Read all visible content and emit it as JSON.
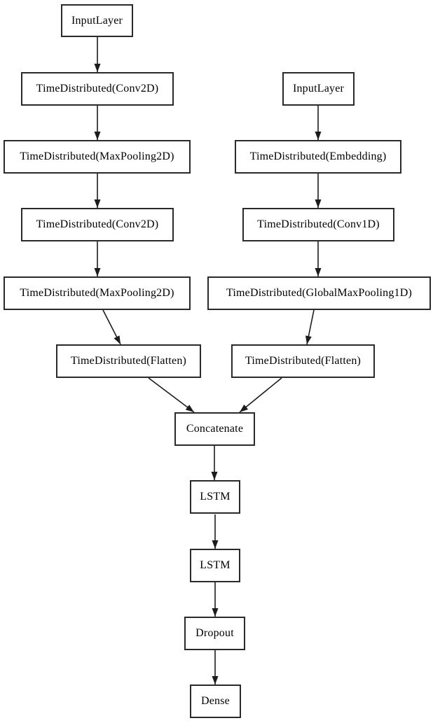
{
  "diagram": {
    "type": "model-architecture-graph",
    "colors": {
      "background": "#ffffff",
      "node_border": "#2a2a2a",
      "edge": "#1c1c1c",
      "text": "#000000"
    },
    "nodes": [
      {
        "id": "input-layer-left",
        "label": "InputLayer"
      },
      {
        "id": "td-conv2d-1",
        "label": "TimeDistributed(Conv2D)"
      },
      {
        "id": "td-maxpooling2d-1",
        "label": "TimeDistributed(MaxPooling2D)"
      },
      {
        "id": "td-conv2d-2",
        "label": "TimeDistributed(Conv2D)"
      },
      {
        "id": "td-maxpooling2d-2",
        "label": "TimeDistributed(MaxPooling2D)"
      },
      {
        "id": "td-flatten-left",
        "label": "TimeDistributed(Flatten)"
      },
      {
        "id": "input-layer-right",
        "label": "InputLayer"
      },
      {
        "id": "td-embedding",
        "label": "TimeDistributed(Embedding)"
      },
      {
        "id": "td-conv1d",
        "label": "TimeDistributed(Conv1D)"
      },
      {
        "id": "td-globalmaxpooling1d",
        "label": "TimeDistributed(GlobalMaxPooling1D)"
      },
      {
        "id": "td-flatten-right",
        "label": "TimeDistributed(Flatten)"
      },
      {
        "id": "concatenate",
        "label": "Concatenate"
      },
      {
        "id": "lstm-1",
        "label": "LSTM"
      },
      {
        "id": "lstm-2",
        "label": "LSTM"
      },
      {
        "id": "dropout",
        "label": "Dropout"
      },
      {
        "id": "dense",
        "label": "Dense"
      }
    ],
    "edges": [
      {
        "from": "input-layer-left",
        "to": "td-conv2d-1"
      },
      {
        "from": "td-conv2d-1",
        "to": "td-maxpooling2d-1"
      },
      {
        "from": "td-maxpooling2d-1",
        "to": "td-conv2d-2"
      },
      {
        "from": "td-conv2d-2",
        "to": "td-maxpooling2d-2"
      },
      {
        "from": "td-maxpooling2d-2",
        "to": "td-flatten-left"
      },
      {
        "from": "input-layer-right",
        "to": "td-embedding"
      },
      {
        "from": "td-embedding",
        "to": "td-conv1d"
      },
      {
        "from": "td-conv1d",
        "to": "td-globalmaxpooling1d"
      },
      {
        "from": "td-globalmaxpooling1d",
        "to": "td-flatten-right"
      },
      {
        "from": "td-flatten-left",
        "to": "concatenate"
      },
      {
        "from": "td-flatten-right",
        "to": "concatenate"
      },
      {
        "from": "concatenate",
        "to": "lstm-1"
      },
      {
        "from": "lstm-1",
        "to": "lstm-2"
      },
      {
        "from": "lstm-2",
        "to": "dropout"
      },
      {
        "from": "dropout",
        "to": "dense"
      }
    ]
  }
}
